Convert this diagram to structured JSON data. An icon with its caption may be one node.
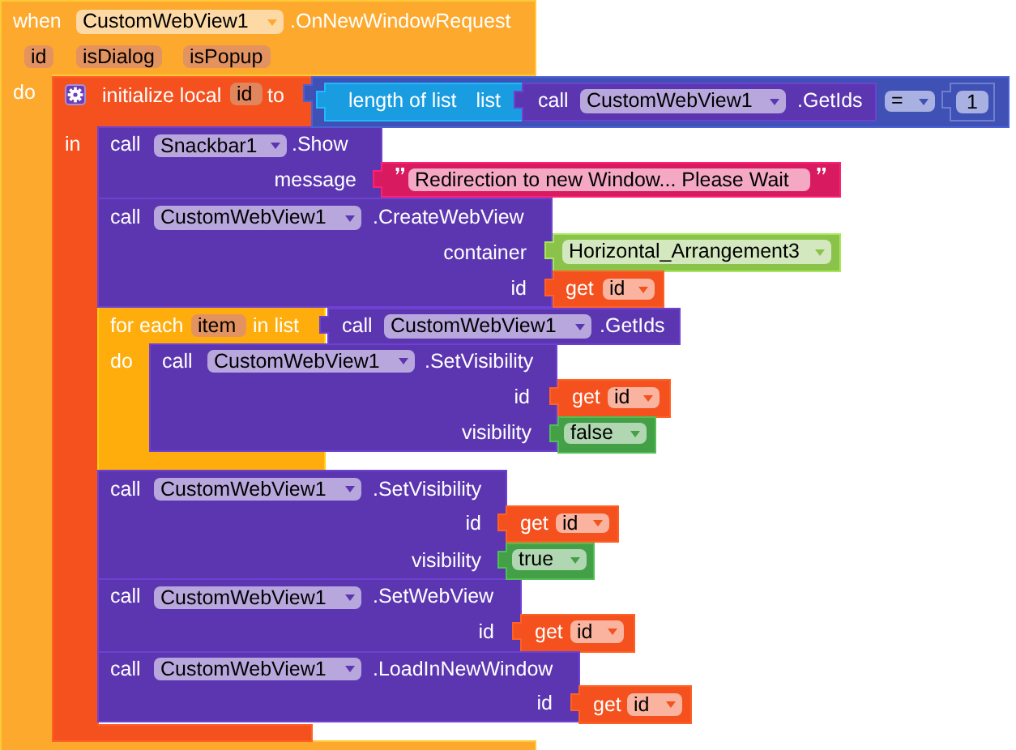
{
  "diagram": {
    "nodes": [
      {
        "text": [
          "when",
          "CustomWebView1",
          ".OnNewWindowRequest",
          "id",
          "isDialog",
          "isPopup",
          "do"
        ]
      },
      {
        "text": [
          "initialize local",
          "id",
          "to",
          "in"
        ],
        "in": 0
      },
      {
        "text": [
          "="
        ]
      },
      {
        "text": [
          "length of list",
          "list"
        ],
        "in": 2
      },
      {
        "text": [
          "call",
          "CustomWebView1",
          ".GetIds"
        ],
        "in": 2
      },
      {
        "text": [
          "1"
        ],
        "in": 2
      },
      {
        "text": [
          "call",
          "Snackbar1",
          ".Show",
          "message"
        ],
        "in": 0
      },
      {
        "text": [
          "Redirection to new Window... Please Wait"
        ]
      },
      {
        "text": [
          "call",
          "CustomWebView1",
          ".CreateWebView",
          "container",
          "id"
        ]
      },
      {
        "text": [
          "Horizontal_Arrangement3"
        ]
      },
      {
        "text": [
          "get",
          "id"
        ]
      },
      {
        "text": [
          "for each",
          "item",
          "in list",
          "do"
        ],
        "in": 0
      },
      {
        "text": [
          "call",
          "CustomWebView1",
          ".GetIds"
        ]
      },
      {
        "text": [
          "call",
          "CustomWebView1",
          ".SetVisibility",
          "id",
          "visibility"
        ]
      },
      {
        "text": [
          "get",
          "id"
        ]
      },
      {
        "text": [
          "false"
        ]
      },
      {
        "text": [
          "call",
          "CustomWebView1",
          ".SetVisibility",
          "id",
          "visibility"
        ],
        "in": 0
      },
      {
        "text": [
          "get",
          "id"
        ]
      },
      {
        "text": [
          "true"
        ]
      },
      {
        "text": [
          "call",
          "CustomWebView1",
          ".SetWebView",
          "id"
        ],
        "in": 0
      },
      {
        "text": [
          "get",
          "id"
        ]
      },
      {
        "text": [
          "call",
          "CustomWebView1",
          ".LoadInNewWindow",
          "id"
        ]
      },
      {
        "text": [
          "get",
          "id"
        ]
      }
    ]
  }
}
